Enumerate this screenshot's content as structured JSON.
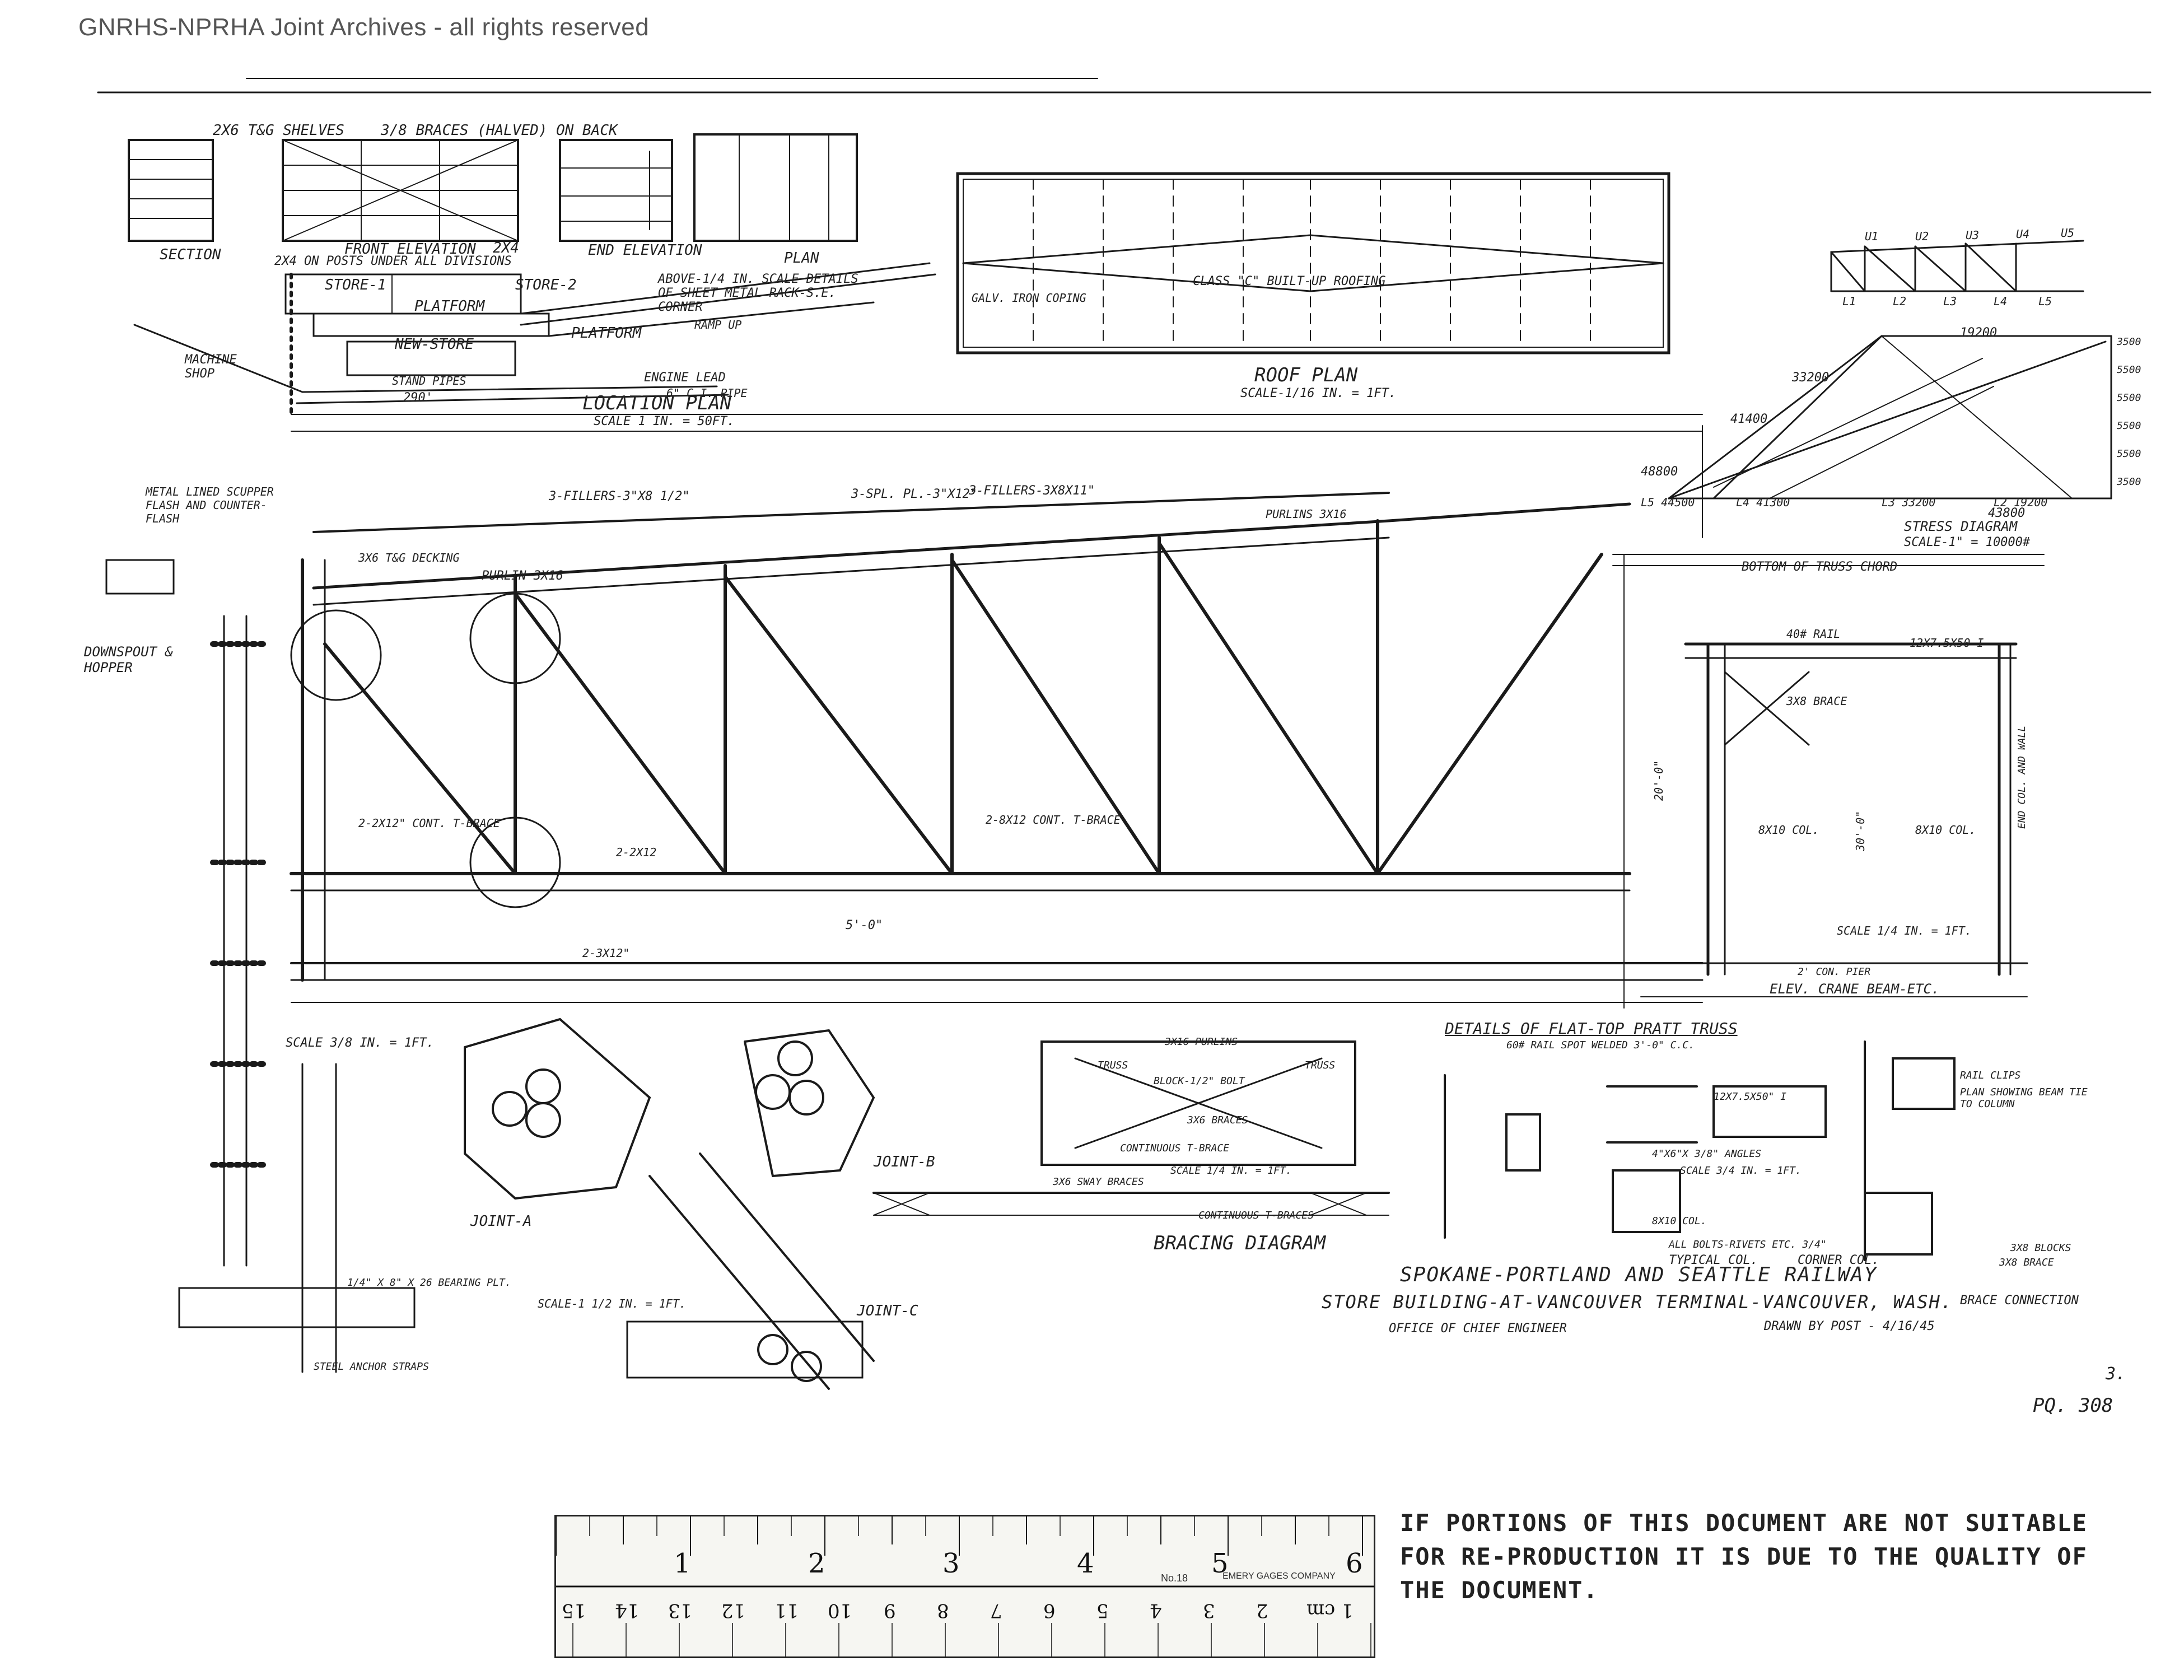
{
  "header": {
    "archive_notice": "GNRHS-NPRHA Joint Archives - all rights reserved"
  },
  "rack": {
    "labels": {
      "shelves": "2X6 T&G SHELVES",
      "braces": "3/8 BRACES (HALVED) ON BACK",
      "section": "SECTION",
      "front_elevation": "FRONT ELEVATION",
      "end_elevation": "END ELEVATION",
      "plan": "PLAN",
      "post": "2X4",
      "dividers": "2X4 ON POSTS UNDER ALL DIVISIONS",
      "scale_note": "ABOVE-1/4 IN. SCALE DETAILS OF SHEET METAL RACK-S.E. CORNER"
    }
  },
  "location_plan": {
    "title": "LOCATION PLAN",
    "scale": "SCALE 1 IN. = 50FT.",
    "labels": {
      "store_1": "STORE-1",
      "store_2": "STORE-2",
      "platform": "PLATFORM",
      "new_store": "NEW-STORE",
      "machine_shop": "MACHINE SHOP",
      "engine_lead": "ENGINE LEAD",
      "cp_pipe": "6\" C.I. PIPE",
      "stand_pipes": "STAND PIPES",
      "ramp": "RAMP UP",
      "dim": "290'"
    }
  },
  "roof_plan": {
    "title": "ROOF PLAN",
    "scale": "SCALE-1/16 IN. = 1FT.",
    "coping": "GALV. IRON COPING",
    "roofing": "CLASS \"C\" BUILT-UP ROOFING"
  },
  "stress_diagram": {
    "title": "STRESS DIAGRAM",
    "scale": "SCALE-1\" = 10000#",
    "nodes_top": [
      "U1",
      "U2",
      "U3",
      "U4",
      "U5"
    ],
    "nodes_bottom": [
      "L1",
      "L2",
      "L3",
      "L4",
      "L5"
    ],
    "values": [
      "19200",
      "33200",
      "41400",
      "43800",
      "44500",
      "48800"
    ],
    "bottom_row": [
      "L5 44500",
      "L4 41300",
      "L3 33200",
      "L2 19200"
    ],
    "right_col": [
      "3500",
      "5500",
      "5500",
      "5500",
      "5500",
      "3500"
    ]
  },
  "truss": {
    "labels": {
      "downspout": "DOWNSPOUT & HOPPER",
      "scupper": "METAL LINED SCUPPER FLASH AND COUNTER-FLASH",
      "decking": "3X6 T&G DECKING",
      "purlin": "PURLIN 3X16",
      "purlins_top": "PURLINS 3X16",
      "fillers_1": "3-FILLERS-3\"X8 1/2\"",
      "spl_pl": "3-SPL. PL.-3\"X12\"",
      "fillers_2": "3-FILLERS-3X8X11\"",
      "cont_t_brace": "2-2X12\" CONT. T-BRACE",
      "cont_t_brace_2": "2-8X12 CONT. T-BRACE",
      "chord": "2-2X12",
      "bottom_chord": "2-3X12\"",
      "scale": "SCALE 3/8 IN. = 1FT.",
      "dim_50": "5'-0\""
    }
  },
  "section_frame": {
    "bottom_of_chord": "BOTTOM OF TRUSS CHORD",
    "rail": "40# RAIL",
    "beam": "12X7.5X50 I",
    "brace": "3X8 BRACE",
    "col_left": "8X10 COL.",
    "col_right": "8X10 COL.",
    "end_col": "END COL. AND WALL",
    "h_20": "20'-0\"",
    "h_30": "30'-0\"",
    "scale": "SCALE 1/4 IN. = 1FT.",
    "conc_pier": "2' CON. PIER",
    "crane": "ELEV. CRANE BEAM-ETC."
  },
  "joints": {
    "joint_a": "JOINT-A",
    "joint_b": "JOINT-B",
    "joint_c": "JOINT-C",
    "scale": "SCALE-1 1/2 IN. = 1FT.",
    "bearing_plate": "1/4\" X 8\" X 26 BEARING PLT.",
    "anchor_straps": "STEEL ANCHOR STRAPS"
  },
  "bracing": {
    "title": "BRACING DIAGRAM",
    "purlins": "3X16 PURLINS",
    "truss_left": "TRUSS",
    "truss_right": "TRUSS",
    "block": "BLOCK-1/2\" BOLT",
    "braces": "3X6 BRACES",
    "continuous": "CONTINUOUS T-BRACE",
    "scale": "SCALE 1/4 IN. = 1FT.",
    "sway": "3X6 SWAY BRACES",
    "cont_t": "CONTINUOUS T-BRACES"
  },
  "details": {
    "title": "DETAILS OF FLAT-TOP PRATT TRUSS",
    "rail_weld": "60# RAIL SPOT WELDED 3'-0\" C.C.",
    "beam_i": "12X7.5X50\" I",
    "angles": "4\"X6\"X 3/8\" ANGLES",
    "scale": "SCALE 3/4 IN. = 1FT.",
    "col_8x10": "8X10 COL.",
    "typical_col": "TYPICAL COL.",
    "corner_col": "CORNER COL.",
    "bolts": "ALL BOLTS-RIVETS ETC. 3/4\"",
    "clips": "RAIL CLIPS",
    "plan_note": "PLAN SHOWING BEAM TIE TO COLUMN",
    "blocks": "3X8 BLOCKS",
    "brace": "3X8 BRACE",
    "brace_conn": "BRACE CONNECTION"
  },
  "title_block": {
    "railway": "SPOKANE-PORTLAND AND SEATTLE RAILWAY",
    "project": "STORE BUILDING-AT-VANCOUVER TERMINAL-VANCOUVER, WASH.",
    "office": "OFFICE OF CHIEF ENGINEER",
    "drawn": "DRAWN BY POST - 4/16/45"
  },
  "sheet": {
    "page": "PQ. 308",
    "sheet_num": "3."
  },
  "ruler": {
    "inches": [
      "1",
      "2",
      "3",
      "4",
      "5",
      "6"
    ],
    "cm": [
      "15",
      "14",
      "13",
      "12",
      "11",
      "10",
      "9",
      "8",
      "7",
      "6",
      "5",
      "4",
      "3",
      "2",
      "1 cm"
    ],
    "model": "No.18",
    "brand": "EMERY GAGES COMPANY"
  },
  "reproduction_note": "IF PORTIONS OF THIS DOCUMENT ARE NOT SUITABLE FOR RE-PRODUCTION IT IS DUE TO THE QUALITY OF THE DOCUMENT."
}
